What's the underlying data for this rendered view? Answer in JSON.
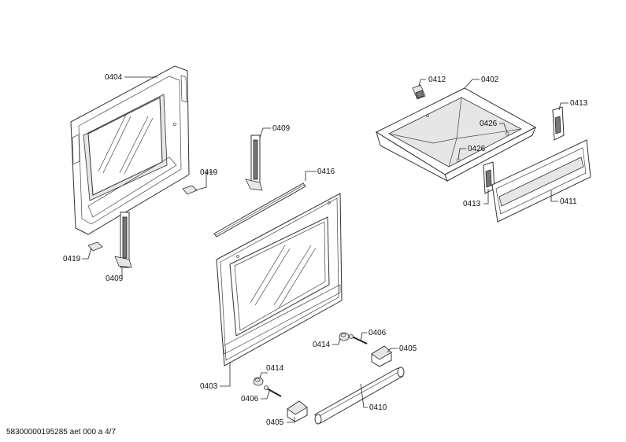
{
  "labels": {
    "l0404": "0404",
    "l0409a": "0409",
    "l0419a": "0419",
    "l0416": "0416",
    "l0419b": "0419",
    "l0409b": "0409",
    "l0412": "0412",
    "l0402": "0402",
    "l0413a": "0413",
    "l0426a": "0426",
    "l0426b": "0426",
    "l0413b": "0413",
    "l0411": "0411",
    "l0403": "0403",
    "l0414a": "0414",
    "l0406a": "0406",
    "l0405a": "0405",
    "l0414b": "0414",
    "l0406b": "0406",
    "l0410": "0410",
    "l0405b": "0405"
  },
  "footer": "58300000195285 aet 000 a 4/7"
}
